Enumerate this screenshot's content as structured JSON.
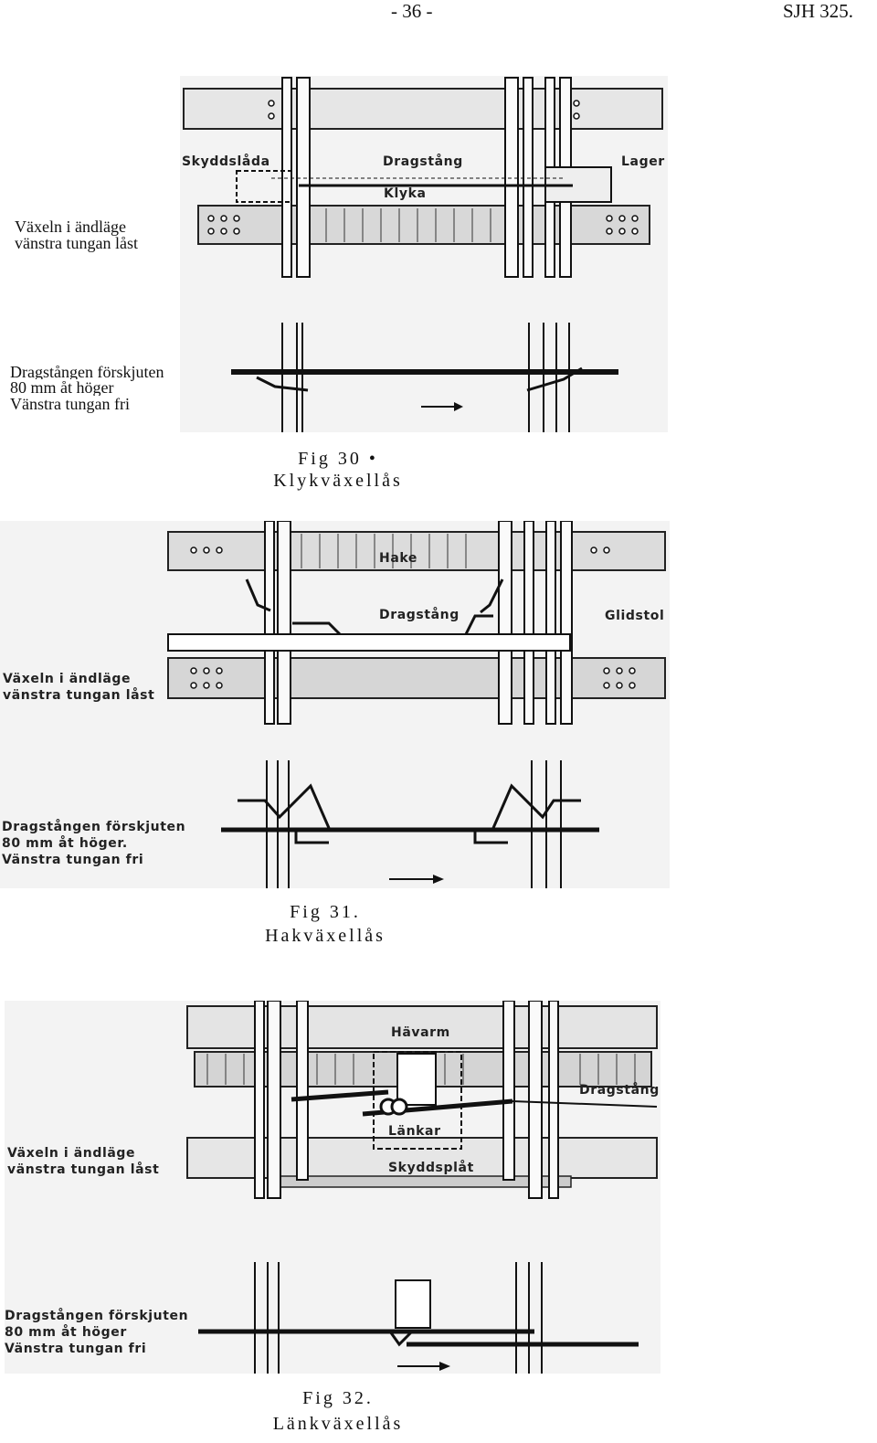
{
  "header": {
    "page_number": "- 36 -",
    "doc_ref": "SJH 325."
  },
  "fig30": {
    "side_top_line1": "Växeln i ändläge",
    "side_top_line2": "vänstra tungan låst",
    "side_bottom_line1": "Dragstången förskjuten",
    "side_bottom_line2": "80 mm åt höger",
    "side_bottom_line3": "Vänstra tungan fri",
    "label_skyddslada": "Skyddslåda",
    "label_dragstang": "Dragstång",
    "label_lager": "Lager",
    "label_klyka": "Klyka",
    "caption_number": "Fig 30 •",
    "caption_title": "Klykväxellås"
  },
  "fig31": {
    "label_hake": "Hake",
    "label_dragstang": "Dragstång",
    "label_glidstol": "Glidstol",
    "side_top_line1": "Växeln i ändläge",
    "side_top_line2": "vänstra tungan låst",
    "side_bottom_line1": "Dragstången förskjuten",
    "side_bottom_line2": "80 mm åt höger.",
    "side_bottom_line3": "Vänstra tungan fri",
    "caption_number": "Fig 31.",
    "caption_title": "Hakväxellås"
  },
  "fig32": {
    "label_havarm": "Hävarm",
    "label_dragstang": "Dragstång",
    "label_lankar": "Länkar",
    "label_skyddsplat": "Skyddsplåt",
    "side_top_line1": "Växeln i ändläge",
    "side_top_line2": "vänstra tungan låst",
    "side_bottom_line1": "Dragstången förskjuten",
    "side_bottom_line2": "80 mm åt höger",
    "side_bottom_line3": "Vänstra tungan fri",
    "caption_number": "Fig 32.",
    "caption_title": "Länkväxellås"
  }
}
